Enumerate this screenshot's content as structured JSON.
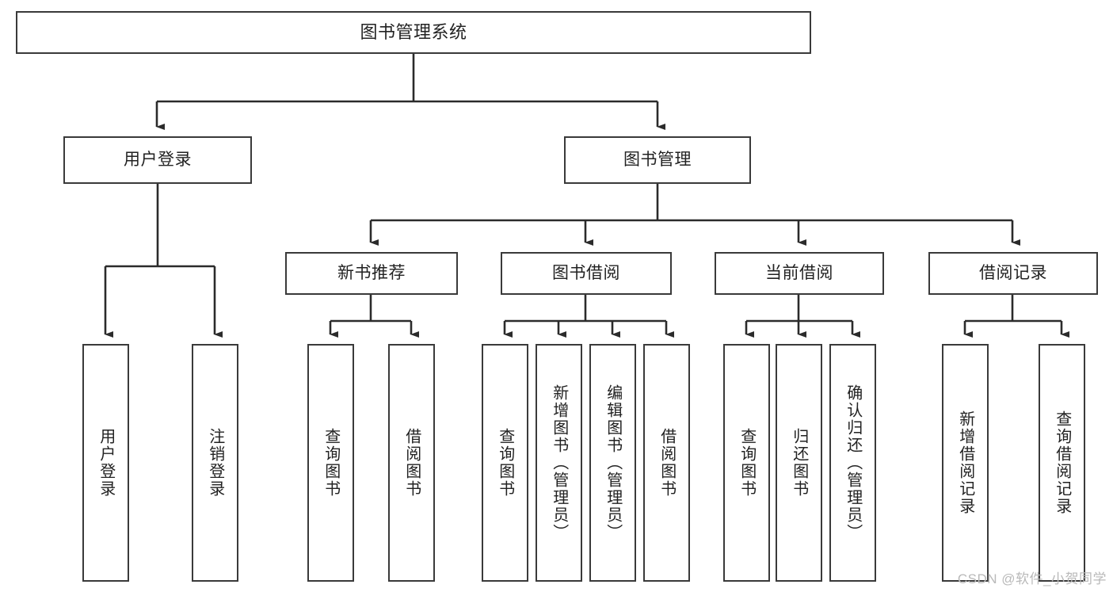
{
  "diagram": {
    "type": "tree",
    "title": "图书管理系统",
    "watermark": "CSDN @软件_小贺同学",
    "colors": {
      "box_border": "#3a3a3a",
      "box_fill": "#ffffff",
      "edge": "#2b2b2b",
      "text": "#222222",
      "watermark": "#b9b9b9",
      "background": "#ffffff"
    },
    "nodes": {
      "root": "图书管理系统",
      "level2": {
        "user_login": "用户登录",
        "book_manage": "图书管理"
      },
      "level3": {
        "new_book_recommend": "新书推荐",
        "book_borrow": "图书借阅",
        "current_borrow": "当前借阅",
        "borrow_record": "借阅记录"
      },
      "leaves": {
        "user_login_1": "用户登录",
        "user_login_2": "注销登录",
        "new_book_1": "查询图书",
        "new_book_2": "借阅图书",
        "book_borrow_1": "查询图书",
        "book_borrow_2": "新增图书（管理员）",
        "book_borrow_3": "编辑图书（管理员）",
        "book_borrow_4": "借阅图书",
        "current_borrow_1": "查询图书",
        "current_borrow_2": "归还图书",
        "current_borrow_3": "确认归还（管理员）",
        "borrow_record_1": "新增借阅记录",
        "borrow_record_2": "查询借阅记录"
      }
    }
  }
}
